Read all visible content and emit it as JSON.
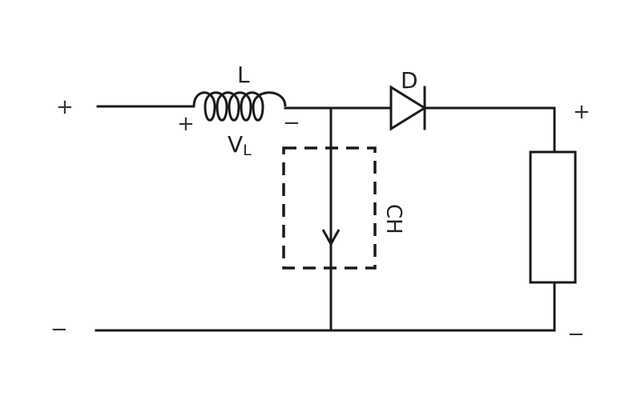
{
  "labels": {
    "inductor": "L",
    "inductor_voltage": "V",
    "inductor_voltage_subscript": "L",
    "diode": "D",
    "switch": "CH"
  },
  "terminals": {
    "input_plus": "+",
    "input_minus": "−",
    "output_plus": "+",
    "output_minus": "−",
    "inductor_plus": "+",
    "inductor_minus": "−"
  },
  "colors": {
    "line": "#1a1a1a",
    "background": "#ffffff"
  }
}
